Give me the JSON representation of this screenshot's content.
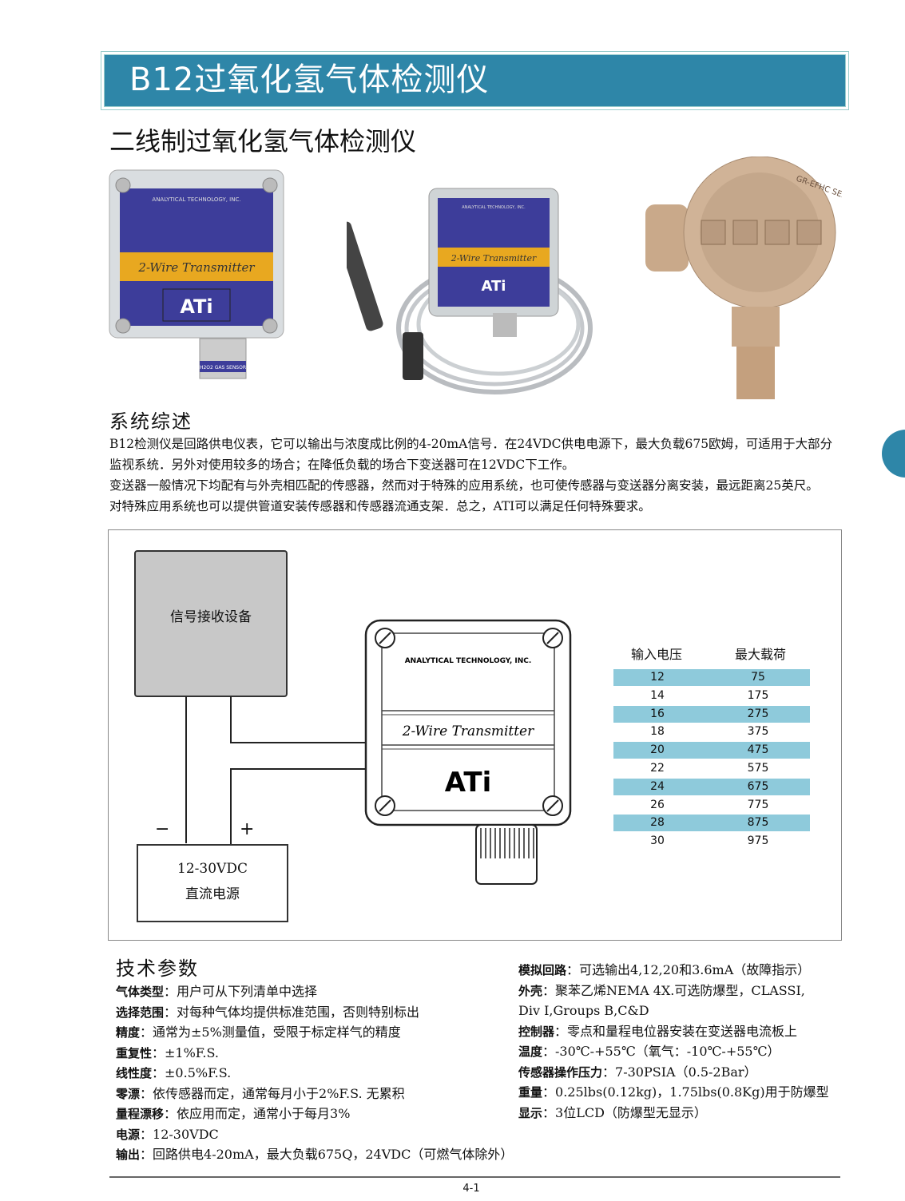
{
  "header": {
    "title": "B12过氧化氢气体检测仪"
  },
  "subtitle": "二线制过氧化氢气体检测仪",
  "products": [
    {
      "brand": "ANALYTICAL TECHNOLOGY, INC.",
      "label": "2-Wire Transmitter",
      "logo": "ATi",
      "sensor": "H2O2 GAS SENSOR"
    },
    {
      "brand": "ANALYTICAL TECHNOLOGY, INC.",
      "label": "2-Wire Transmitter",
      "logo": "ATi"
    },
    {
      "label": "GR-EFHC SERIES"
    }
  ],
  "overview": {
    "heading": "系统综述",
    "paragraphs": [
      "B12检测仪是回路供电仪表，它可以输出与浓度成比例的4-20mA信号．在24VDC供电电源下，最大负载675欧姆，可适用于大部分监视系统．另外对使用较多的场合；在降低负载的场合下变送器可在12VDC下工作。",
      "变送器一般情况下均配有与外壳相匹配的传感器，然而对于特殊的应用系统，也可使传感器与变送器分离安装，最远距离25英尺。",
      "对特殊应用系统也可以提供管道安装传感器和传感器流通支架．总之，ATI可以满足任何特殊要求。"
    ]
  },
  "diagram": {
    "receiver_label": "信号接收设备",
    "psu_voltage": "12-30VDC",
    "psu_name": "直流电源",
    "minus": "−",
    "plus": "+",
    "device_brand": "ANALYTICAL TECHNOLOGY, INC.",
    "device_label": "2-Wire Transmitter",
    "device_logo": "ATi",
    "table": {
      "headers": [
        "输入电压",
        "最大载荷"
      ],
      "rows": [
        [
          "12",
          "75"
        ],
        [
          "14",
          "175"
        ],
        [
          "16",
          "275"
        ],
        [
          "18",
          "375"
        ],
        [
          "20",
          "475"
        ],
        [
          "22",
          "575"
        ],
        [
          "24",
          "675"
        ],
        [
          "26",
          "775"
        ],
        [
          "28",
          "875"
        ],
        [
          "30",
          "975"
        ]
      ]
    }
  },
  "specs": {
    "heading": "技术参数",
    "left": [
      {
        "k": "气体类型",
        "v": "：用户可从下列清单中选择"
      },
      {
        "k": "选择范围",
        "v": "：对每种气体均提供标准范围，否则特别标出"
      },
      {
        "k": "精度",
        "v": "：通常为±5%测量值，受限于标定样气的精度"
      },
      {
        "k": "重复性",
        "v": "：±1%F.S."
      },
      {
        "k": "线性度",
        "v": "：±0.5%F.S."
      },
      {
        "k": "零漂",
        "v": "：依传感器而定，通常每月小于2%F.S. 无累积"
      },
      {
        "k": "量程漂移",
        "v": "：依应用而定，通常小于每月3%"
      },
      {
        "k": "电源",
        "v": "：12-30VDC"
      },
      {
        "k": "输出",
        "v": "：回路供电4-20mA，最大负载675Q，24VDC（可燃气体除外）"
      }
    ],
    "right": [
      {
        "k": "模拟回路",
        "v": "：可选输出4,12,20和3.6mA（故障指示）"
      },
      {
        "k": "外壳",
        "v": "：聚苯乙烯NEMA 4X.可选防爆型，CLASSI,"
      },
      {
        "k": "",
        "v": "Div I,Groups B,C&D"
      },
      {
        "k": "控制器",
        "v": "：零点和量程电位器安装在变送器电流板上"
      },
      {
        "k": "温度",
        "v": "：-30℃-+55℃（氧气：-10℃-+55℃）"
      },
      {
        "k": "传感器操作压力",
        "v": "：7-30PSIA（0.5-2Bar）"
      },
      {
        "k": "重量",
        "v": "：0.25lbs(0.12kg)，1.75lbs(0.8Kg)用于防爆型"
      },
      {
        "k": "显示",
        "v": "：3位LCD（防爆型无显示）"
      }
    ]
  },
  "footer": {
    "page": "4-1"
  }
}
